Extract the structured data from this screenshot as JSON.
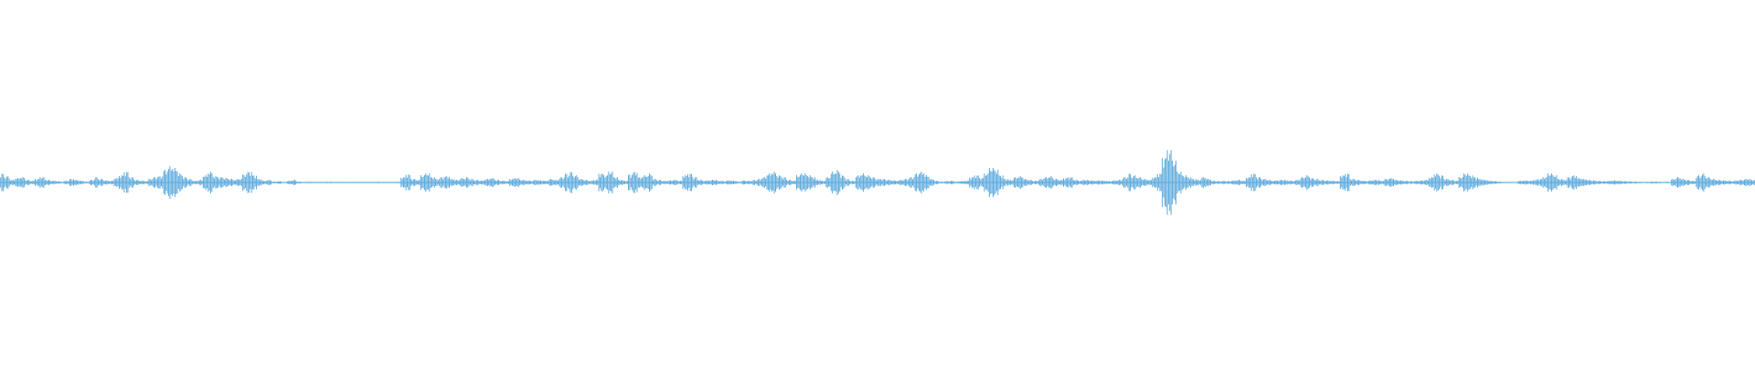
{
  "waveform": {
    "color": "#5aa9dd",
    "background": "#ffffff",
    "amplitudes": [
      0.05,
      0.035,
      0.015,
      0.025,
      0.03,
      0.015,
      0.01,
      0.02,
      0.03,
      0.015,
      0.01,
      0.008,
      0.005,
      0.01,
      0.02,
      0.015,
      0.01,
      0.005,
      0.015,
      0.03,
      0.02,
      0.012,
      0.01,
      0.025,
      0.04,
      0.06,
      0.03,
      0.015,
      0.01,
      0.008,
      0.02,
      0.03,
      0.035,
      0.07,
      0.09,
      0.08,
      0.05,
      0.03,
      0.02,
      0.01,
      0.015,
      0.04,
      0.06,
      0.035,
      0.03,
      0.025,
      0.02,
      0.015,
      0.02,
      0.045,
      0.06,
      0.04,
      0.02,
      0.01,
      0.015,
      0.005,
      0.008,
      0.003,
      0.01,
      0.015,
      0.005,
      0.003,
      0.004,
      0.003,
      0.002,
      0.003,
      0.004,
      0.002,
      0.003,
      0.003,
      0.002,
      0.003,
      0.002,
      0.003,
      0.002,
      0.003,
      0.004,
      0.003,
      0.002,
      0.003,
      0.004,
      0.03,
      0.045,
      0.02,
      0.015,
      0.04,
      0.05,
      0.03,
      0.02,
      0.03,
      0.035,
      0.02,
      0.015,
      0.025,
      0.03,
      0.02,
      0.015,
      0.012,
      0.02,
      0.025,
      0.015,
      0.01,
      0.008,
      0.02,
      0.025,
      0.015,
      0.012,
      0.01,
      0.015,
      0.012,
      0.01,
      0.02,
      0.015,
      0.03,
      0.05,
      0.06,
      0.04,
      0.02,
      0.015,
      0.01,
      0.015,
      0.05,
      0.04,
      0.06,
      0.03,
      0.015,
      0.01,
      0.045,
      0.06,
      0.03,
      0.04,
      0.05,
      0.02,
      0.015,
      0.01,
      0.012,
      0.015,
      0.01,
      0.04,
      0.05,
      0.03,
      0.015,
      0.01,
      0.012,
      0.015,
      0.01,
      0.008,
      0.012,
      0.01,
      0.005,
      0.012,
      0.01,
      0.015,
      0.02,
      0.03,
      0.05,
      0.06,
      0.04,
      0.03,
      0.015,
      0.01,
      0.04,
      0.05,
      0.04,
      0.03,
      0.015,
      0.01,
      0.03,
      0.06,
      0.07,
      0.04,
      0.02,
      0.01,
      0.04,
      0.05,
      0.04,
      0.03,
      0.02,
      0.02,
      0.015,
      0.012,
      0.01,
      0.015,
      0.02,
      0.03,
      0.05,
      0.06,
      0.04,
      0.02,
      0.01,
      0.005,
      0.008,
      0.01,
      0.005,
      0.008,
      0.01,
      0.03,
      0.04,
      0.025,
      0.05,
      0.08,
      0.07,
      0.04,
      0.02,
      0.015,
      0.03,
      0.035,
      0.02,
      0.015,
      0.01,
      0.02,
      0.03,
      0.035,
      0.02,
      0.015,
      0.025,
      0.03,
      0.015,
      0.01,
      0.015,
      0.012,
      0.01,
      0.012,
      0.01,
      0.008,
      0.012,
      0.015,
      0.03,
      0.05,
      0.04,
      0.03,
      0.02,
      0.015,
      0.03,
      0.05,
      0.14,
      0.18,
      0.12,
      0.06,
      0.04,
      0.03,
      0.02,
      0.015,
      0.03,
      0.02,
      0.01,
      0.008,
      0.01,
      0.008,
      0.012,
      0.015,
      0.01,
      0.03,
      0.05,
      0.03,
      0.02,
      0.015,
      0.01,
      0.012,
      0.015,
      0.012,
      0.01,
      0.015,
      0.03,
      0.04,
      0.025,
      0.02,
      0.015,
      0.012,
      0.01,
      0.008,
      0.04,
      0.05,
      0.02,
      0.015,
      0.01,
      0.008,
      0.012,
      0.015,
      0.01,
      0.02,
      0.025,
      0.015,
      0.012,
      0.01,
      0.008,
      0.01,
      0.012,
      0.015,
      0.03,
      0.05,
      0.04,
      0.02,
      0.015,
      0.01,
      0.03,
      0.05,
      0.04,
      0.03,
      0.02,
      0.015,
      0.01,
      0.008,
      0.005,
      0.003,
      0.002,
      0.003,
      0.01,
      0.012,
      0.01,
      0.015,
      0.02,
      0.03,
      0.05,
      0.04,
      0.02,
      0.015,
      0.03,
      0.04,
      0.025,
      0.02,
      0.015,
      0.012,
      0.01,
      0.008,
      0.01,
      0.012,
      0.01,
      0.008,
      0.006,
      0.005,
      0.004,
      0.003,
      0.004,
      0.005,
      0.004,
      0.003,
      0.004,
      0.02,
      0.03,
      0.02,
      0.015,
      0.01,
      0.04,
      0.05,
      0.03,
      0.02,
      0.015,
      0.012,
      0.01,
      0.008,
      0.012,
      0.015,
      0.02,
      0.015
    ]
  }
}
